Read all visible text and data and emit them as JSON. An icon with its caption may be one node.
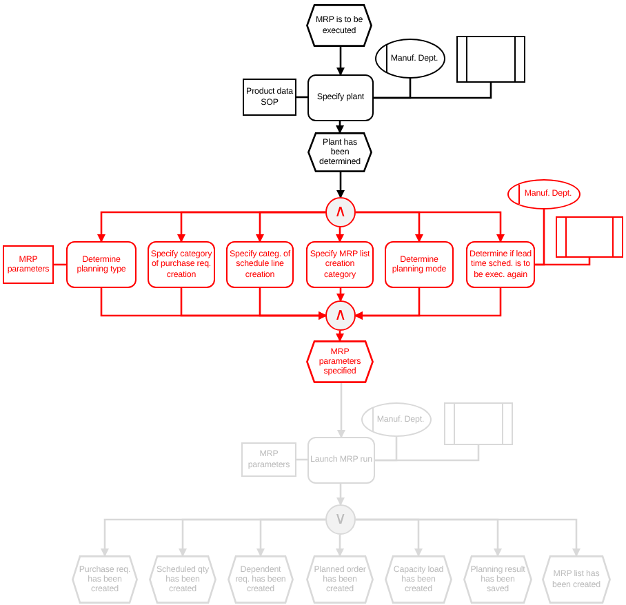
{
  "diagram": {
    "nodes": [
      {
        "text": [
          "MRP is to be executed"
        ]
      },
      {
        "text": [
          "Manuf. Dept."
        ]
      },
      {
        "text": [],
        "shape": "box"
      },
      {
        "text": [
          "Product data SOP"
        ]
      },
      {
        "text": [
          "Specify plant"
        ]
      },
      {
        "text": [
          "Plant has been determined"
        ]
      },
      {
        "text": [
          "∧"
        ]
      },
      {
        "text": [
          "MRP parameters"
        ]
      },
      {
        "text": [
          "Determine planning type"
        ]
      },
      {
        "text": [
          "Specify category of purchase req. creation"
        ]
      },
      {
        "text": [
          "Specify categ. of schedule line creation"
        ]
      },
      {
        "text": [
          "Specify MRP list creation category"
        ]
      },
      {
        "text": [
          "Determine planning mode"
        ]
      },
      {
        "text": [
          "Determine if lead time sched. is to be exec. again"
        ]
      },
      {
        "text": [
          "Manuf. Dept."
        ]
      },
      {
        "text": [],
        "shape": "box"
      },
      {
        "text": [
          "∧"
        ]
      },
      {
        "text": [
          "MRP parameters specified"
        ]
      },
      {
        "text": [
          "Manuf. Dept."
        ]
      },
      {
        "text": [],
        "shape": "box"
      },
      {
        "text": [
          "MRP parameters"
        ]
      },
      {
        "text": [
          "Launch MRP run"
        ]
      },
      {
        "text": [
          "∨"
        ]
      },
      {
        "text": [
          "Purchase req. has been created"
        ]
      },
      {
        "text": [
          "Scheduled qty has been created"
        ]
      },
      {
        "text": [
          "Dependent req. has been created"
        ]
      },
      {
        "text": [
          "Planned order has been created"
        ]
      },
      {
        "text": [
          "Capacity load has been created"
        ]
      },
      {
        "text": [
          "Planning result has been saved"
        ]
      },
      {
        "text": [
          "MRP list has been created"
        ]
      }
    ],
    "edges": [
      {
        "from": 0,
        "to": 4,
        "arrow": "to",
        "color": "#000000"
      },
      {
        "from": 4,
        "to": 1,
        "arrow": "none",
        "color": "#000000"
      },
      {
        "from": 4,
        "to": 2,
        "arrow": "none",
        "color": "#000000"
      },
      {
        "from": 3,
        "to": 4,
        "arrow": "none",
        "color": "#000000"
      },
      {
        "from": 4,
        "to": 5,
        "arrow": "to",
        "color": "#000000"
      },
      {
        "from": 5,
        "to": 6,
        "arrow": "to",
        "color": "#000000"
      },
      {
        "from": 6,
        "to": 8,
        "arrow": "to"
      },
      {
        "from": 6,
        "to": 9,
        "arrow": "to"
      },
      {
        "from": 6,
        "to": 10,
        "arrow": "to"
      },
      {
        "from": 6,
        "to": 11,
        "arrow": "to"
      },
      {
        "from": 6,
        "to": 12,
        "arrow": "to"
      },
      {
        "from": 6,
        "to": 13,
        "arrow": "to"
      },
      {
        "from": 7,
        "to": 8,
        "arrow": "none"
      },
      {
        "from": 8,
        "to": 16,
        "arrow": "to"
      },
      {
        "from": 9,
        "to": 16,
        "arrow": "to"
      },
      {
        "from": 10,
        "to": 16,
        "arrow": "to"
      },
      {
        "from": 11,
        "to": 16,
        "arrow": "to"
      },
      {
        "from": 12,
        "to": 16,
        "arrow": "to"
      },
      {
        "from": 13,
        "to": 16,
        "arrow": "to"
      },
      {
        "from": 13,
        "to": 14,
        "arrow": "none"
      },
      {
        "from": 13,
        "to": 15,
        "arrow": "none"
      },
      {
        "from": 16,
        "to": 17,
        "arrow": "to"
      },
      {
        "from": 17,
        "to": 21,
        "arrow": "to",
        "color": "#d9d9d9"
      },
      {
        "from": 21,
        "to": 18,
        "arrow": "none",
        "color": "#d9d9d9"
      },
      {
        "from": 21,
        "to": 19,
        "arrow": "none",
        "color": "#d9d9d9"
      },
      {
        "from": 20,
        "to": 21,
        "arrow": "none",
        "color": "#d9d9d9"
      },
      {
        "from": 21,
        "to": 22,
        "arrow": "to",
        "color": "#d9d9d9"
      },
      {
        "from": 22,
        "to": 23,
        "arrow": "to",
        "color": "#d9d9d9"
      },
      {
        "from": 22,
        "to": 24,
        "arrow": "to",
        "color": "#d9d9d9"
      },
      {
        "from": 22,
        "to": 25,
        "arrow": "to",
        "color": "#d9d9d9"
      },
      {
        "from": 22,
        "to": 26,
        "arrow": "to",
        "color": "#d9d9d9"
      },
      {
        "from": 22,
        "to": 27,
        "arrow": "to",
        "color": "#d9d9d9"
      },
      {
        "from": 22,
        "to": 28,
        "arrow": "to",
        "color": "#d9d9d9"
      },
      {
        "from": 22,
        "to": 29,
        "arrow": "to",
        "color": "#d9d9d9"
      }
    ]
  }
}
